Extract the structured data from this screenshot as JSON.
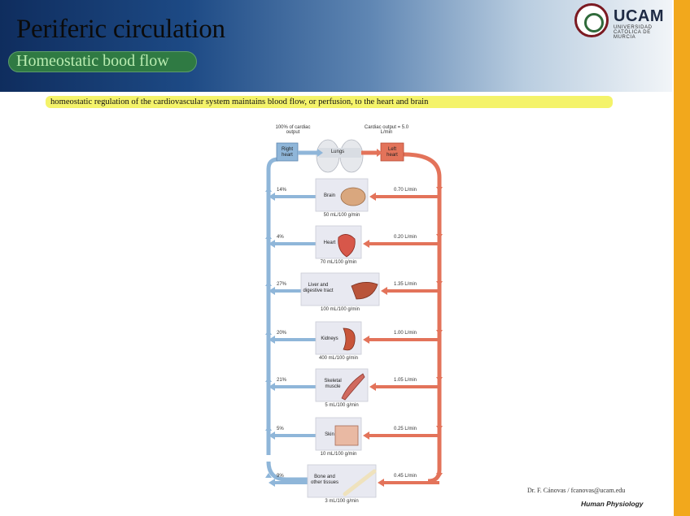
{
  "title": "Periferic circulation",
  "subtitle": "Homeostatic bood flow",
  "logo": {
    "name": "UCAM",
    "sub_line1": "Universidad",
    "sub_line2": "Católica de Murcia"
  },
  "caption": "homeostatic regulation of the cardiovascular system maintains blood flow, or perfusion, to the heart and brain",
  "figure": {
    "top_left_label": "100% of cardiac output",
    "top_right_label": "Cardiac output = 5.0 L/min",
    "right_heart": "Right heart",
    "left_heart": "Left heart",
    "lungs": "Lungs",
    "organs": [
      {
        "name": "Brain",
        "percent": "14%",
        "flow": "0.70 L/min",
        "rate": "50 mL/100 g/min"
      },
      {
        "name": "Heart",
        "percent": "4%",
        "flow": "0.20 L/min",
        "rate": "70 mL/100 g/min"
      },
      {
        "name": "Liver and digestive tract",
        "percent": "27%",
        "flow": "1.35 L/min",
        "rate": "100 mL/100 g/min"
      },
      {
        "name": "Kidneys",
        "percent": "20%",
        "flow": "1.00 L/min",
        "rate": "400 mL/100 g/min"
      },
      {
        "name": "Skeletal muscle",
        "percent": "21%",
        "flow": "1.05 L/min",
        "rate": "5 mL/100 g/min"
      },
      {
        "name": "Skin",
        "percent": "5%",
        "flow": "0.25 L/min",
        "rate": "10 mL/100 g/min"
      },
      {
        "name": "Bone and other tissues",
        "percent": "9%",
        "flow": "0.45 L/min",
        "rate": "3 mL/100 g/min"
      }
    ]
  },
  "colors": {
    "arterial": "#e3735a",
    "venous": "#8fb6d9",
    "accent_bar": "#f2a81c",
    "highlight": "#f4f36a"
  },
  "credit": "Dr. F. Cánovas / fcanovas@ucam.edu",
  "footer": "Human Physiology"
}
